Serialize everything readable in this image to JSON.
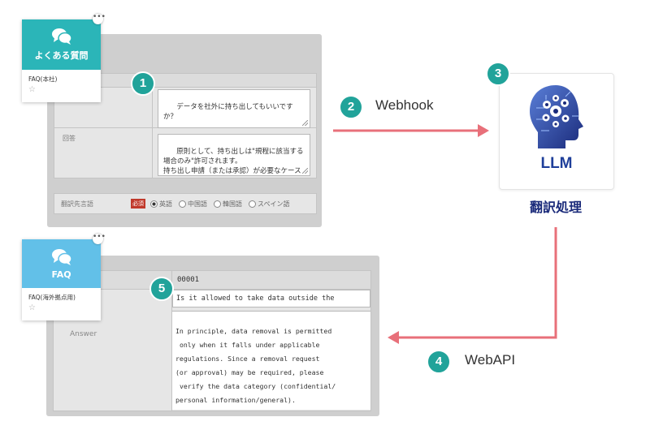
{
  "top_card": {
    "title": "よくある質問",
    "subtitle": "FAQ(本社)",
    "more": "•••",
    "icon": "chat-bubbles-icon",
    "color": "#2bb5b8"
  },
  "bottom_card": {
    "title": "FAQ",
    "subtitle": "FAQ(海外拠点用)",
    "more": "•••",
    "icon": "chat-bubbles-icon",
    "color": "#62c0e8"
  },
  "top_form": {
    "question": "データを社外に持ち出してもいいですか？",
    "answer_label": "回答",
    "answer": "原則として、持ち出しは\"規程に該当する場合のみ\"許可されます。\n持ち出し申請（または承認）が必要なケースがあるため、データ種別（機密/個人情報/一般）を確認してください。",
    "lang_label": "翻訳先言語",
    "required": "必須",
    "languages": [
      "英語",
      "中国語",
      "韓国語",
      "スペイン語"
    ],
    "selected_language": "英語"
  },
  "bottom_form": {
    "id": "00001",
    "question": "Is it allowed to take data outside the company?",
    "answer_label": "Answer",
    "answer": "In principle, data removal is permitted\n only when it falls under applicable\nregulations. Since a removal request\n(or approval) may be required, please\n verify the data category (confidential/\npersonal information/general)."
  },
  "steps": [
    {
      "number": "1"
    },
    {
      "number": "2",
      "label": "Webhook"
    },
    {
      "number": "3"
    },
    {
      "number": "4",
      "label": "WebAPI"
    },
    {
      "number": "5"
    }
  ],
  "llm": {
    "label": "LLM",
    "caption": "翻訳処理",
    "icon": "ai-brain-head-icon"
  },
  "colors": {
    "teal": "#21a39a",
    "arrow": "#e8707a",
    "navy": "#1a2a7a",
    "llm_blue": "#1f3f9a"
  }
}
